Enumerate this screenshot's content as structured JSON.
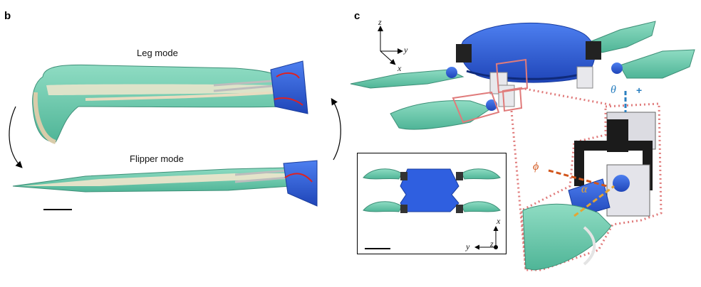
{
  "panels": {
    "b": {
      "letter": "b",
      "leg_mode_label": "Leg mode",
      "flipper_mode_label": "Flipper mode"
    },
    "c": {
      "letter": "c",
      "axes_main": {
        "z": "z",
        "y": "y",
        "x": "x"
      },
      "axes_inset": {
        "x": "x",
        "y": "y",
        "z": "z"
      },
      "angles": {
        "theta": "θ",
        "phi": "ϕ",
        "alpha": "α",
        "plus": "+"
      }
    }
  },
  "colors": {
    "flipper_green": "#5bbfa3",
    "robot_blue": "#2a5bd6",
    "highlight_outline": "#e07b7b",
    "theta_axis": "#2a7fc0",
    "phi_axis": "#d2561c",
    "alpha_axis": "#e6a532"
  }
}
